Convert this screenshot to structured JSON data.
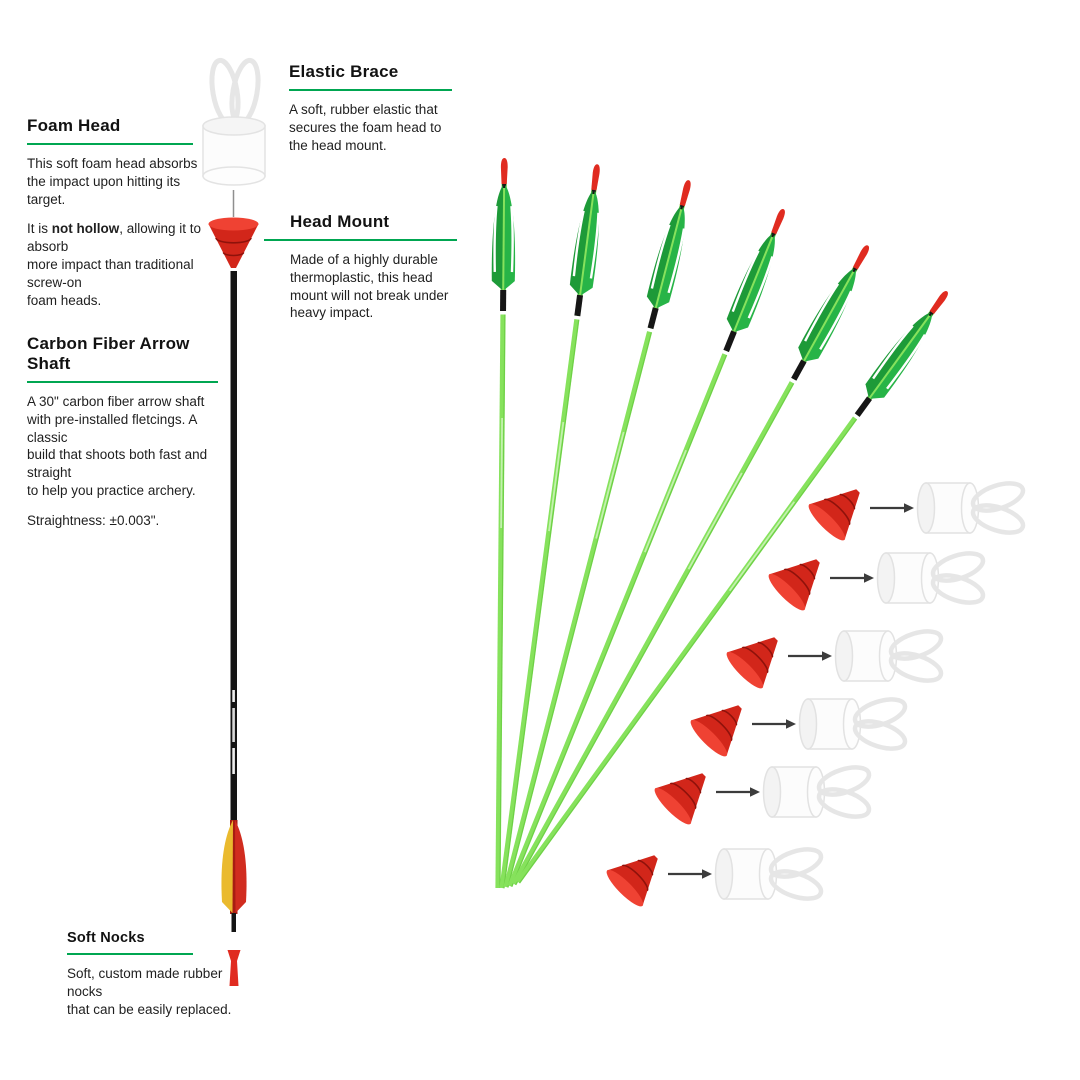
{
  "page": {
    "background": "#ffffff"
  },
  "colors": {
    "accent_green": "#00A651",
    "arrow_shaft_green": "#86E25C",
    "fletching_green": "#27B447",
    "mount_red": "#D2261A",
    "nock_red": "#E02B20",
    "foam_white": "#FCFCFC",
    "shaft_black": "#141414"
  },
  "labels": {
    "elastic_brace": {
      "title": "Elastic Brace",
      "body": "A soft, rubber elastic that\nsecures the foam head to\nthe head mount."
    },
    "foam_head": {
      "title": "Foam Head",
      "body1": "This soft foam head absorbs\nthe impact upon hitting its\ntarget.",
      "body2_pre": "It is ",
      "body2_bold": "not hollow",
      "body2_post": ", allowing it to\nabsorb\nmore impact than traditional\nscrew-on\nfoam heads."
    },
    "head_mount": {
      "title": "Head Mount",
      "body": "Made of a highly durable\nthermoplastic, this head\nmount will not break under\nheavy impact."
    },
    "arrow_shaft": {
      "title": "Carbon Fiber Arrow Shaft",
      "body": "A 30\" carbon fiber arrow shaft\nwith pre-installed fletcings. A\nclassic\nbuild that shoots both fast and\nstraight\nto help you practice archery.",
      "straightness": "Straightness: ±0.003\"."
    },
    "soft_nocks": {
      "title": "Soft Nocks",
      "body": "Soft, custom made rubber\nnocks\nthat can be easily replaced."
    }
  },
  "illustration": {
    "arrow_count": 6,
    "head_set_count": 6
  }
}
